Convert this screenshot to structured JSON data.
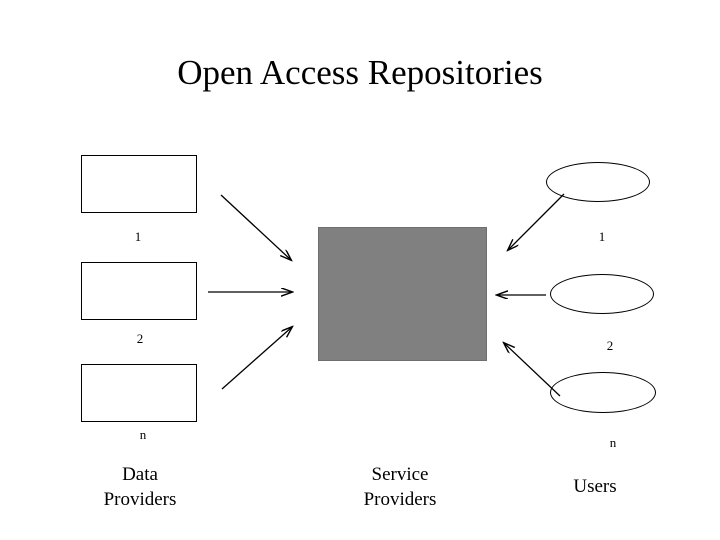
{
  "slide": {
    "title": "Open Access Repositories",
    "background_color": "#ffffff",
    "accent_color": "#808080"
  },
  "left_column": {
    "caption_line1": "Data",
    "caption_line2": "Providers",
    "items": [
      {
        "shape": "rectangle",
        "index_label": "1"
      },
      {
        "shape": "rectangle",
        "index_label": "2"
      },
      {
        "shape": "rectangle",
        "index_label": "n"
      }
    ]
  },
  "center": {
    "caption_line1": "Service",
    "caption_line2": "Providers",
    "shape": "rectangle",
    "fill_color": "#808080"
  },
  "right_column": {
    "caption": "Users",
    "items": [
      {
        "shape": "ellipse",
        "index_label": "1"
      },
      {
        "shape": "ellipse",
        "index_label": "2"
      },
      {
        "shape": "ellipse",
        "index_label": "n"
      }
    ]
  },
  "arrows": [
    {
      "name": "arrow-box1-to-grey",
      "direction": "right-down"
    },
    {
      "name": "arrow-box2-to-grey",
      "direction": "right"
    },
    {
      "name": "arrow-box3-to-grey",
      "direction": "right-up"
    },
    {
      "name": "arrow-grey-to-ellipse1",
      "direction": "up-right"
    },
    {
      "name": "arrow-grey-to-ellipse2",
      "direction": "right"
    },
    {
      "name": "arrow-grey-to-ellipse3",
      "direction": "down-right"
    }
  ]
}
